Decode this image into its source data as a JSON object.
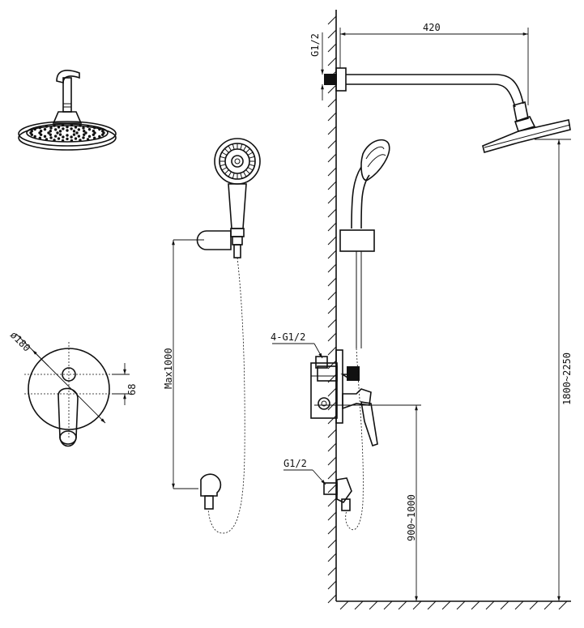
{
  "dimensions": {
    "arm_length": "420",
    "wall_thread_top": "G1/2",
    "valve_thread": "4-G1/2",
    "outlet_thread": "G1/2",
    "diameter": "ø180",
    "offset": "68",
    "hose_max": "Max1000",
    "valve_height": "900~1000",
    "head_height": "1800~2250"
  },
  "colors": {
    "line": "#111111",
    "background": "#ffffff"
  }
}
